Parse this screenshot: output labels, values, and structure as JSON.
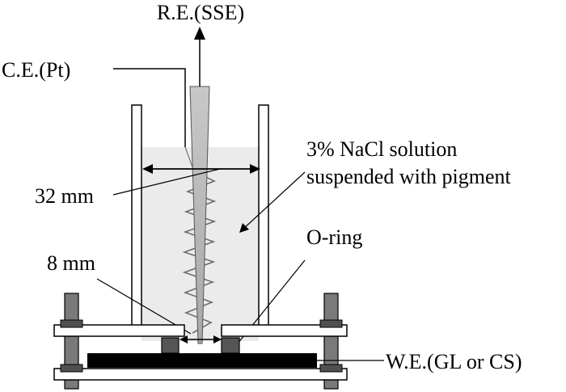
{
  "diagram": {
    "labels": {
      "reference_electrode": "R.E.(SSE)",
      "counter_electrode": "C.E.(Pt)",
      "solution_line1": "3% NaCl solution",
      "solution_line2": "suspended with pigment",
      "inner_diameter": "32 mm",
      "o_ring": "O-ring",
      "gap": "8 mm",
      "working_electrode": "W.E.(GL or CS)"
    },
    "colors": {
      "solution": "#ebebeb",
      "bolt": "#7a7a7a",
      "bolt_dark": "#505050",
      "o_ring": "#555555",
      "plate": "#000000",
      "reference_tube": "#b9b9b9"
    }
  }
}
